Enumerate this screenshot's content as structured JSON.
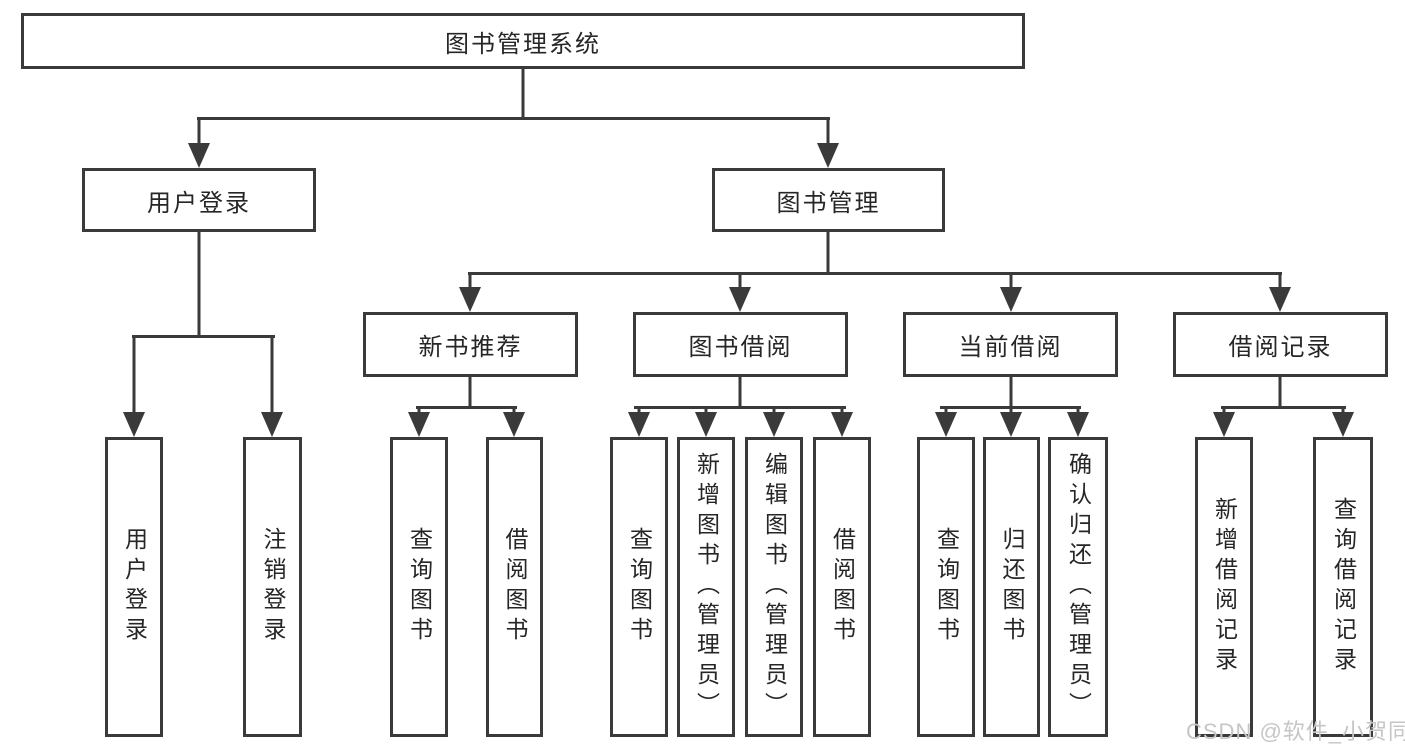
{
  "watermark": "CSDN @软件_小贺同学",
  "colors": {
    "line": "#3a3a3a",
    "text": "#262626",
    "node_background": "#ffffff",
    "page_background": "#ffffff",
    "watermark": "#c6c6c6"
  },
  "tree": {
    "root": "图书管理系统",
    "children": [
      {
        "label": "用户登录",
        "children": [
          {
            "label": "用户登录"
          },
          {
            "label": "注销登录"
          }
        ]
      },
      {
        "label": "图书管理",
        "children": [
          {
            "label": "新书推荐",
            "children": [
              {
                "label": "查询图书"
              },
              {
                "label": "借阅图书"
              }
            ]
          },
          {
            "label": "图书借阅",
            "children": [
              {
                "label": "查询图书"
              },
              {
                "label": "新增图书（管理员）"
              },
              {
                "label": "编辑图书（管理员）"
              },
              {
                "label": "借阅图书"
              }
            ]
          },
          {
            "label": "当前借阅",
            "children": [
              {
                "label": "查询图书"
              },
              {
                "label": "归还图书"
              },
              {
                "label": "确认归还（管理员）"
              }
            ]
          },
          {
            "label": "借阅记录",
            "children": [
              {
                "label": "新增借阅记录"
              },
              {
                "label": "查询借阅记录"
              }
            ]
          }
        ]
      }
    ]
  }
}
